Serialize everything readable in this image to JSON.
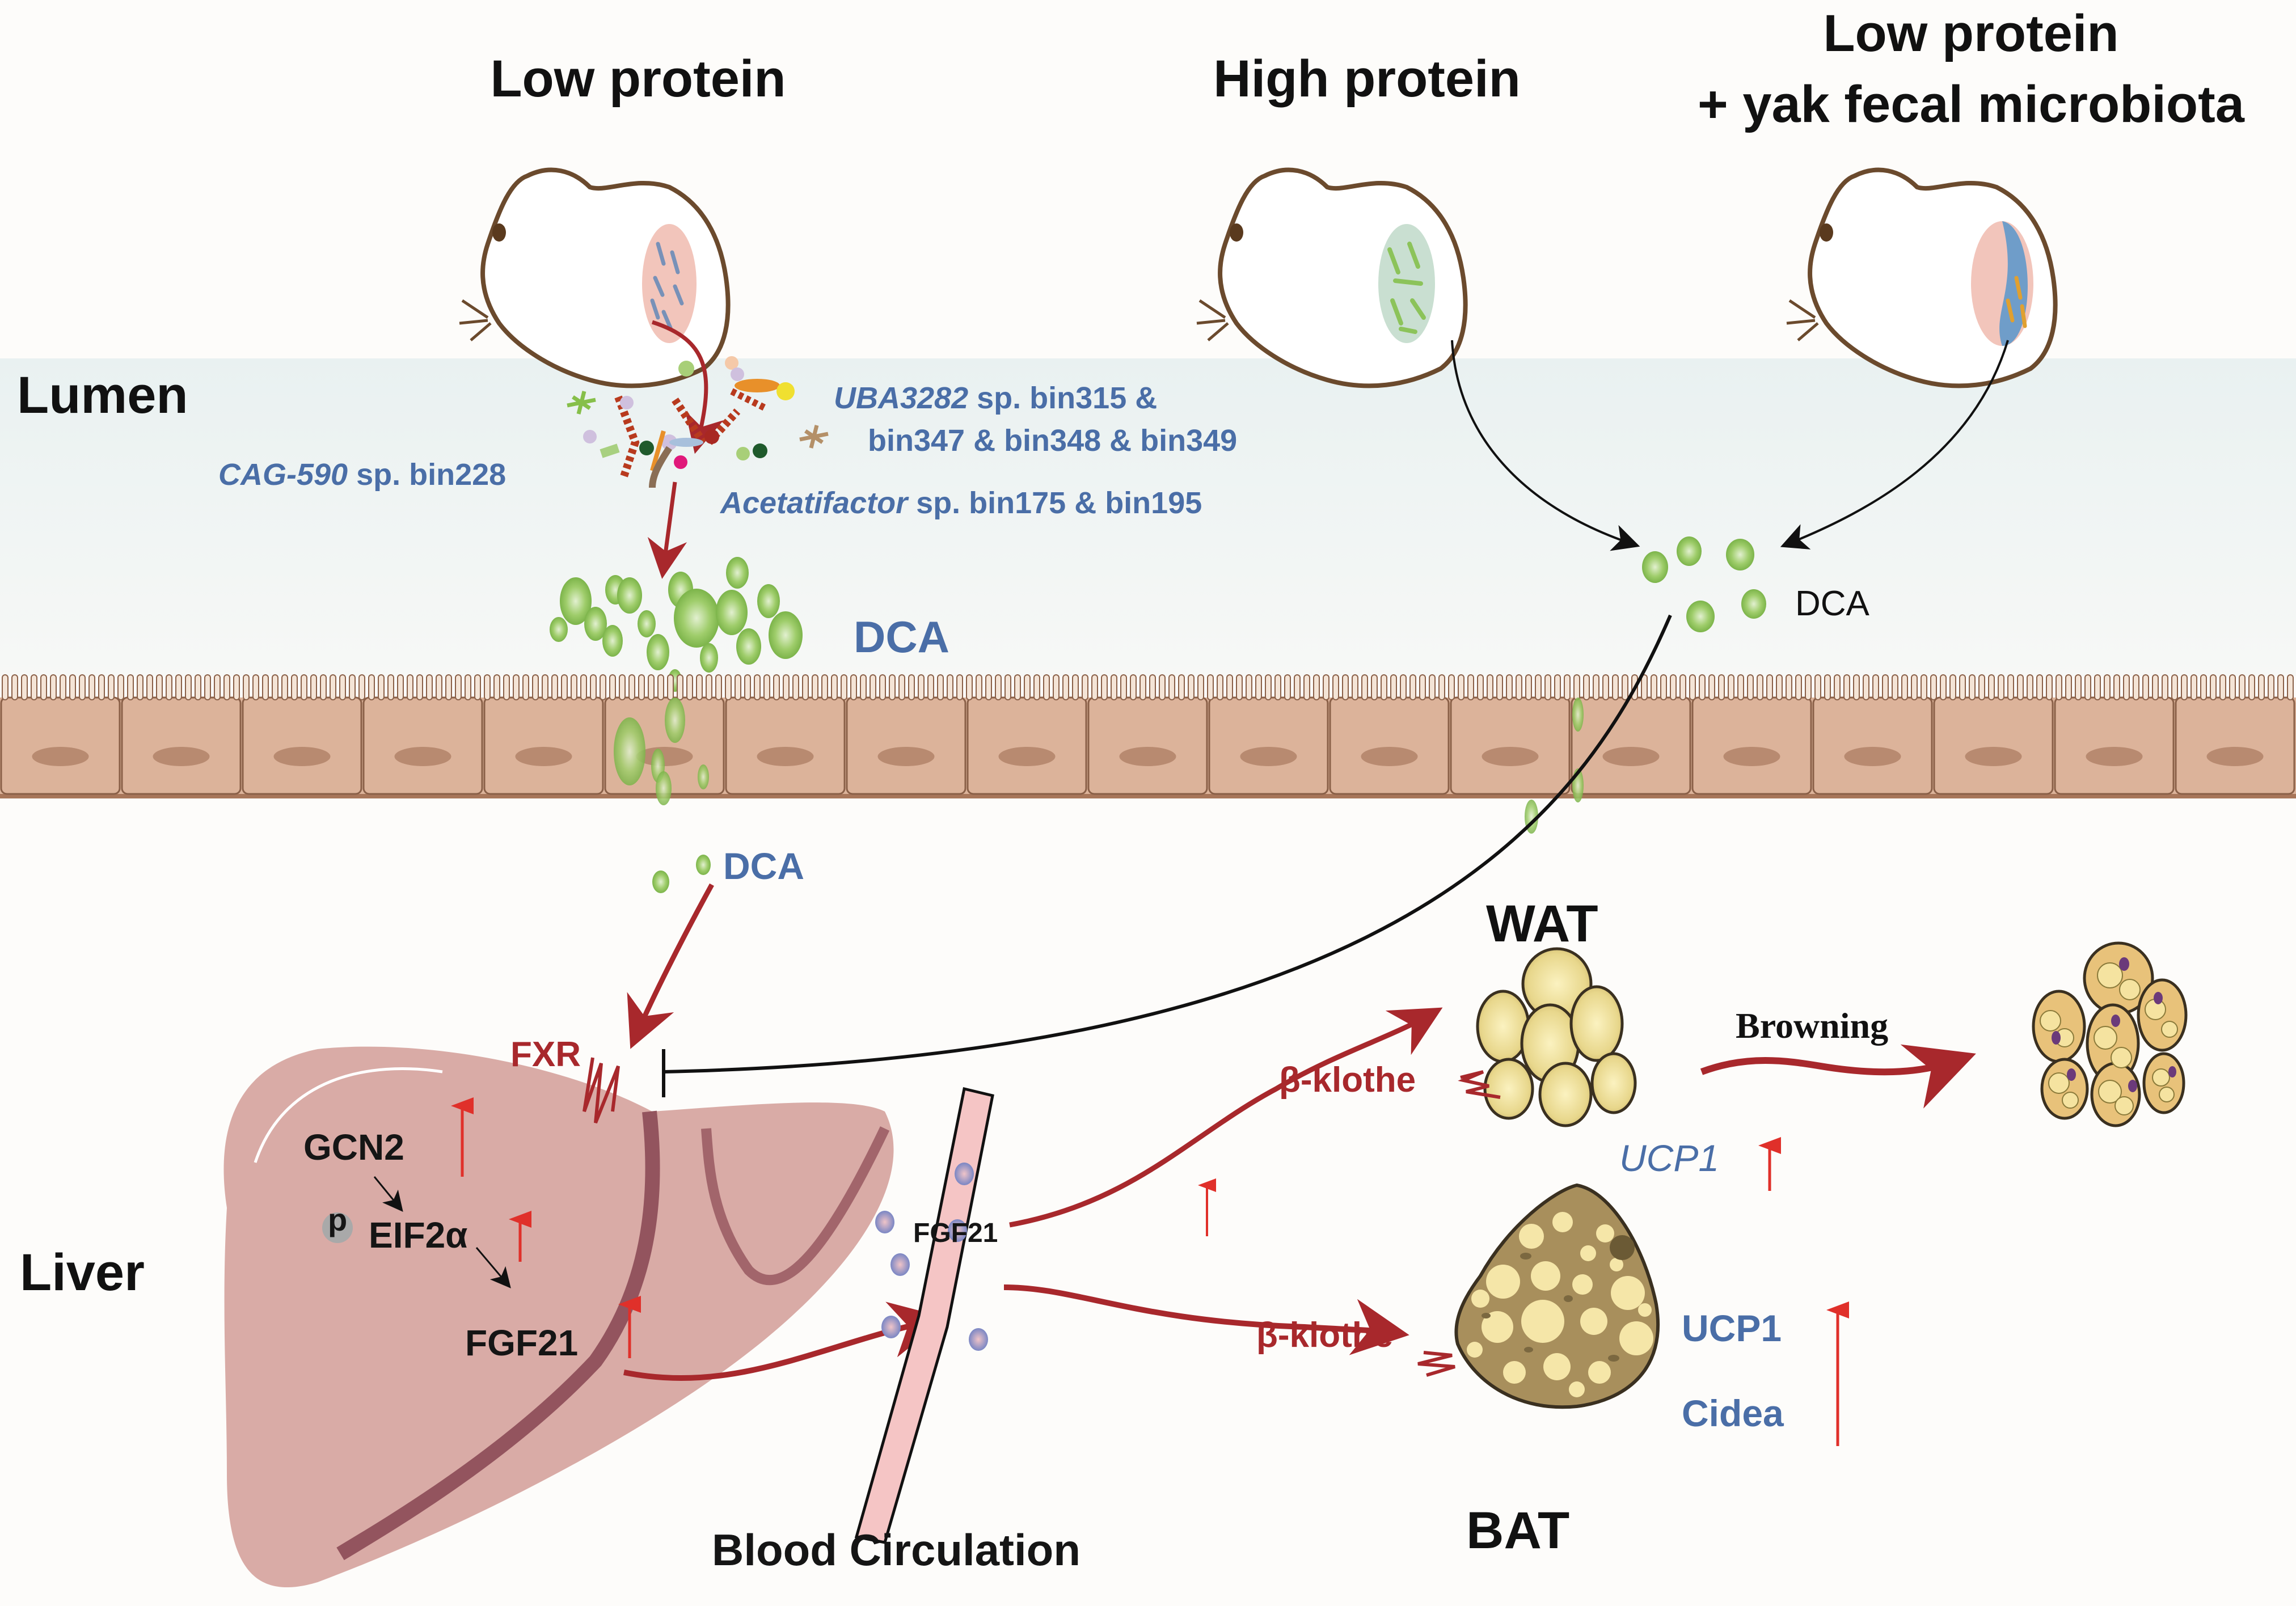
{
  "headers": {
    "low_protein": "Low protein",
    "high_protein": "High protein",
    "yak_line1": "Low protein",
    "yak_line2": "+ yak fecal microbiota"
  },
  "regions": {
    "lumen": "Lumen",
    "liver": "Liver",
    "blood": "Blood Circulation",
    "wat": "WAT",
    "bat": "BAT"
  },
  "bacteria": {
    "uba_genus": "UBA3282",
    "uba_rest": " sp. bin315 &",
    "uba_line2": "bin347 & bin348 & bin349",
    "cag_genus": "CAG-590",
    "cag_rest": " sp. bin228",
    "acet_genus": "Acetatifactor",
    "acet_rest": " sp. bin175 & bin195"
  },
  "metabolites": {
    "dca_lumen": "DCA",
    "dca_below": "DCA",
    "dca_right": "DCA"
  },
  "liver_pathway": {
    "fxr": "FXR",
    "gcn2": "GCN2",
    "p": "p",
    "eif2a": "EIF2α",
    "fgf21": "FGF21"
  },
  "blood": {
    "fgf21": "FGF21"
  },
  "wat": {
    "receptor": "β-klothe",
    "marker": "UCP1",
    "process": "Browning"
  },
  "bat": {
    "receptor": "β-klothe",
    "marker1": "UCP1",
    "marker2": "Cidea"
  },
  "colors": {
    "label_blue": "#4a6ea7",
    "arrow_red": "#a8282c",
    "up_red": "#e0302a",
    "dca_green": "#8cc35a",
    "liver_pink": "#d9aba6",
    "epithelium": "#d9ae94"
  }
}
